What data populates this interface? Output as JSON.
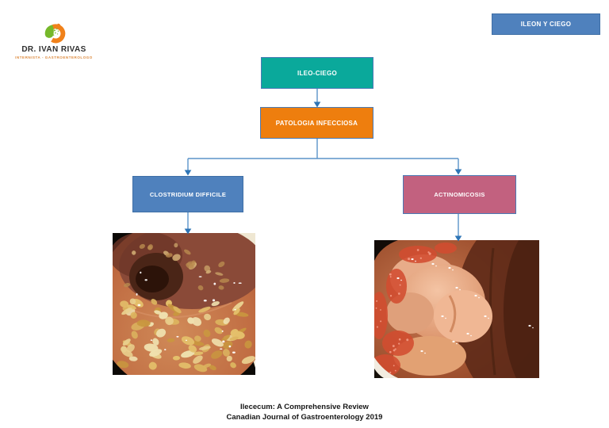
{
  "colors": {
    "accent_blue": "#4f81bd",
    "teal": "#0aa99b",
    "orange": "#ee7e0e",
    "pink": "#c2617f",
    "connector": "#5b93c9",
    "arrow": "#2e75b6",
    "logo_orange": "#dd8a3d",
    "logo_green": "#76b82a"
  },
  "logo": {
    "name": "DR. IVAN RIVAS",
    "subtitle": "INTERNISTA - GASTROENTEROLOGO"
  },
  "header": {
    "tag": "ILEON Y CIEGO"
  },
  "diagram": {
    "root": "ILEO-CIEGO",
    "level2": "PATOLOGIA INFECCIOSA",
    "children": [
      {
        "label": "CLOSTRIDIUM DIFFICILE"
      },
      {
        "label": "ACTINOMICOSIS"
      }
    ]
  },
  "figures": [
    {
      "name": "clostridium-difficile-endoscopy",
      "description": "Endoscopic photo: yellow-white pseudomembranous plaques on red colonic mucosa"
    },
    {
      "name": "actinomicosis-endoscopy",
      "description": "Endoscopic photo: erythematous nodular mucosal mass"
    }
  ],
  "footer": {
    "line1": "Ilececum: A Comprehensive Review",
    "line2": "Canadian Journal of Gastroenterology 2019"
  }
}
